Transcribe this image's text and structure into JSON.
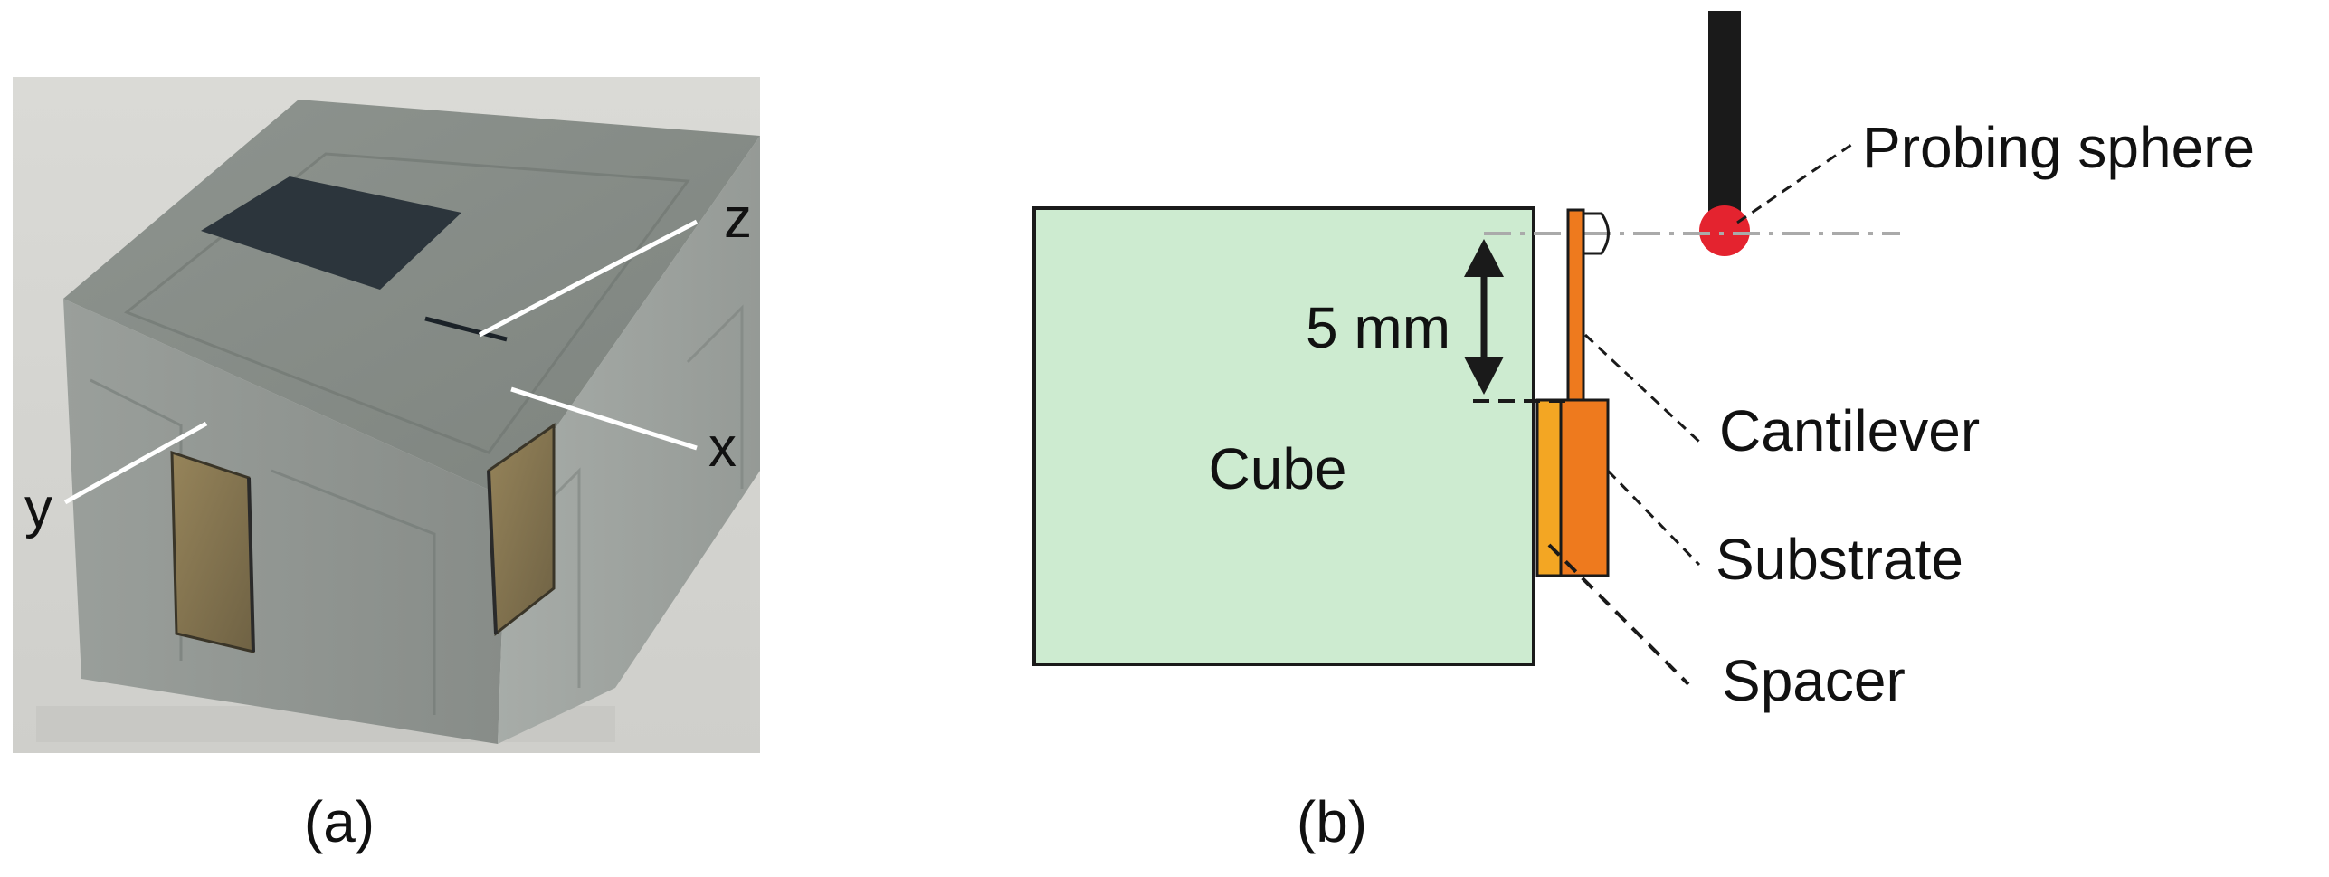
{
  "panel_a": {
    "caption": "(a)",
    "axis_labels": {
      "x": "x",
      "y": "y",
      "z": "z"
    }
  },
  "panel_b": {
    "caption": "(b)",
    "labels": {
      "cube": "Cube",
      "dimension": "5 mm",
      "probing_sphere": "Probing sphere",
      "cantilever": "Cantilever",
      "substrate": "Substrate",
      "spacer": "Spacer"
    }
  },
  "colors": {
    "cube_fill": "#cdebd0",
    "substrate": "#ee7a1e",
    "spacer": "#f3a623",
    "sphere": "#e4232f",
    "stylus": "#1a1a1a",
    "photo_background": "#d6d6d2",
    "photo_cube": "#8f9590",
    "sensor_plate": "#2c353c",
    "gauge_plate": "#8a7a52"
  }
}
